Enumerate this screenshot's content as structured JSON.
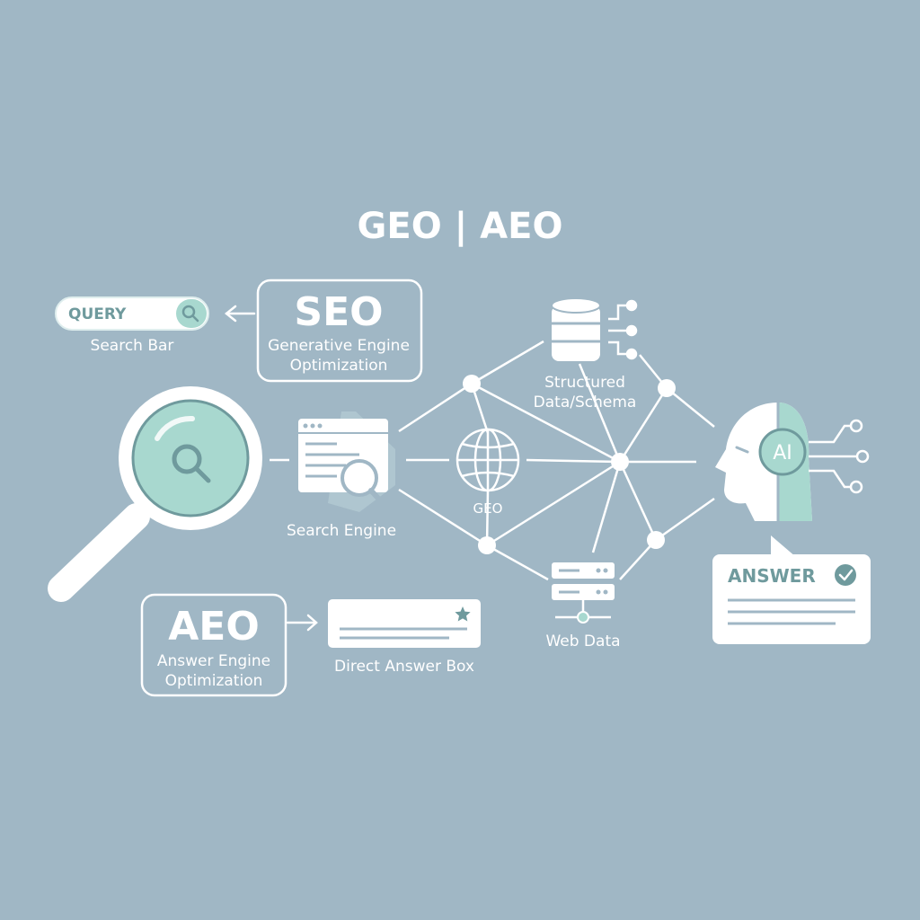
{
  "title": "GEO | AEO",
  "search_bar": {
    "query": "QUERY",
    "label": "Search Bar"
  },
  "seo_box": {
    "heading": "SEO",
    "line1": "Generative Engine",
    "line2": "Optimization"
  },
  "search_engine": {
    "label": "Search Engine"
  },
  "aeo_box": {
    "heading": "AEO",
    "line1": "Answer Engine",
    "line2": "Optimization"
  },
  "direct_answer": {
    "label": "Direct Answer Box"
  },
  "network": {
    "globe_label": "GEO",
    "structured_line1": "Structured",
    "structured_line2": "Data/Schema",
    "web_data": "Web Data"
  },
  "ai_head": {
    "label": "AI"
  },
  "answer_card": {
    "label": "ANSWER"
  },
  "colors": {
    "background": "#a0b7c5",
    "accent_mint": "#a8d8cf",
    "accent_teal": "#6f9a9d",
    "foreground": "#ffffff"
  }
}
